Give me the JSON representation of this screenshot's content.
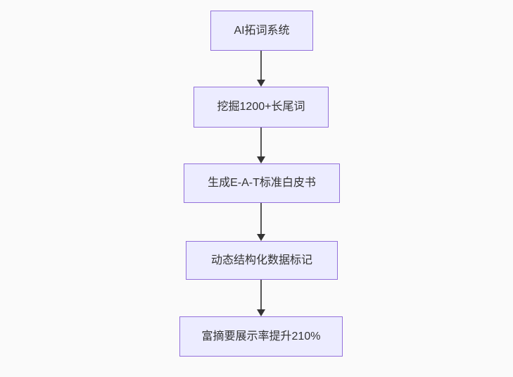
{
  "page": {
    "background_color": "#fafafa"
  },
  "flowchart": {
    "type": "flowchart-top-down",
    "node_fill_color": "#ECECFF",
    "node_border_color": "#9370DB",
    "edge_color": "#555555",
    "arrowhead_color": "#333333",
    "text_color": "#333333",
    "nodes": [
      {
        "id": "node-1",
        "label": "AI拓词系统"
      },
      {
        "id": "node-2",
        "label": "挖掘1200+长尾词"
      },
      {
        "id": "node-3",
        "label": "生成E-A-T标准白皮书"
      },
      {
        "id": "node-4",
        "label": "动态结构化数据标记"
      },
      {
        "id": "node-5",
        "label": "富摘要展示率提升210%"
      }
    ],
    "edges": [
      {
        "from": "node-1",
        "to": "node-2"
      },
      {
        "from": "node-2",
        "to": "node-3"
      },
      {
        "from": "node-3",
        "to": "node-4"
      },
      {
        "from": "node-4",
        "to": "node-5"
      }
    ]
  }
}
